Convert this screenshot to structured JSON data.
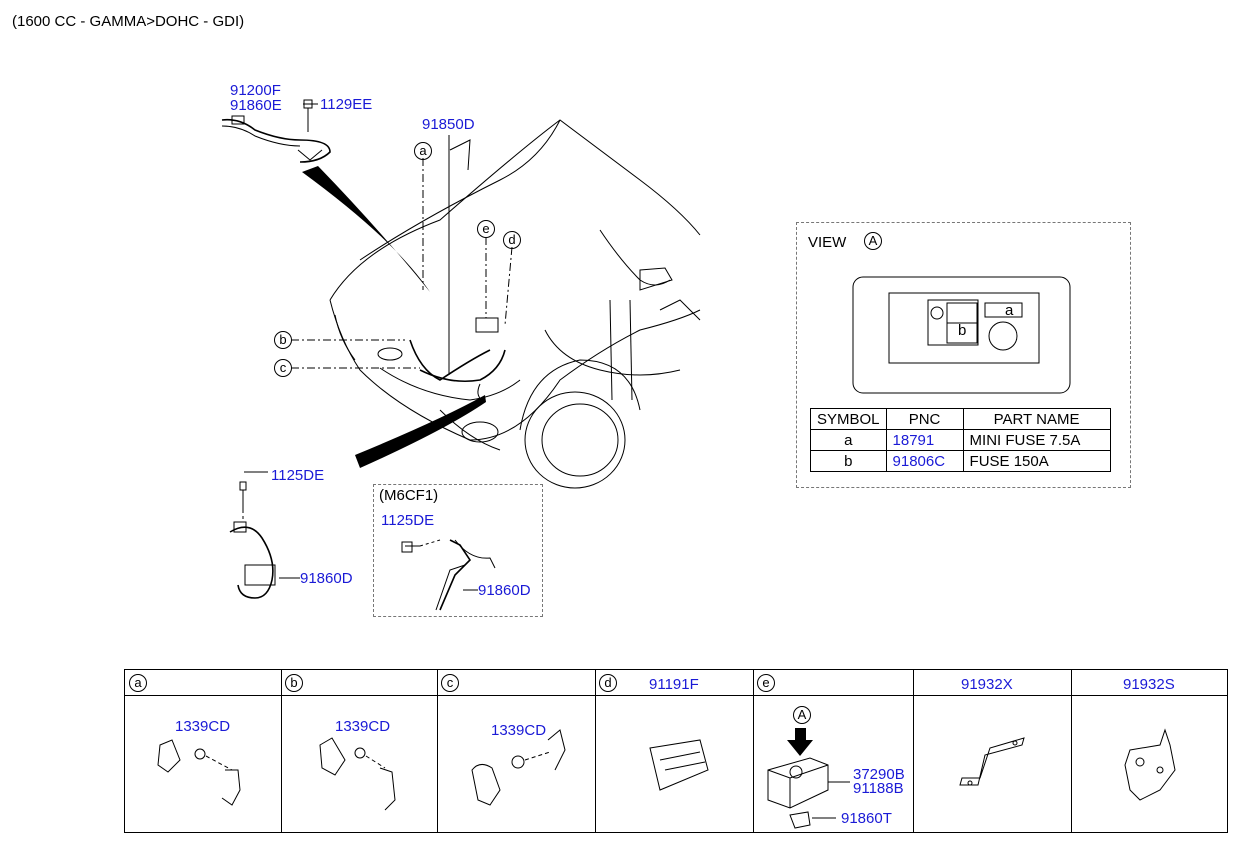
{
  "title": "(1600 CC - GAMMA>DOHC - GDI)",
  "main_labels": {
    "p91200F": "91200F",
    "p91860E": "91860E",
    "p1129EE": "1129EE",
    "p91850D": "91850D",
    "p1125DE": "1125DE",
    "p91860D": "91860D"
  },
  "callouts": [
    "a",
    "b",
    "c",
    "d",
    "e"
  ],
  "m6cf1": {
    "title": "(M6CF1)",
    "bolt": "1125DE",
    "part": "91860D"
  },
  "view_a": {
    "title": "VIEW",
    "marker": "A",
    "fuse_a": "a",
    "fuse_b": "b",
    "headers": [
      "SYMBOL",
      "PNC",
      "PART NAME"
    ],
    "rows": [
      {
        "symbol": "a",
        "pnc": "18791",
        "name": "MINI FUSE 7.5A"
      },
      {
        "symbol": "b",
        "pnc": "91806C",
        "name": "FUSE 150A"
      }
    ]
  },
  "bottom_table": {
    "cells": [
      {
        "key": "a",
        "header_symbol": "a",
        "header_pnc": "",
        "parts": [
          "1339CD"
        ]
      },
      {
        "key": "b",
        "header_symbol": "b",
        "header_pnc": "",
        "parts": [
          "1339CD"
        ]
      },
      {
        "key": "c",
        "header_symbol": "c",
        "header_pnc": "",
        "parts": [
          "1339CD"
        ]
      },
      {
        "key": "d",
        "header_symbol": "d",
        "header_pnc": "91191F",
        "parts": []
      },
      {
        "key": "e",
        "header_symbol": "e",
        "header_pnc": "",
        "marker": "A",
        "parts": [
          "37290B",
          "91188B",
          "91860T"
        ]
      },
      {
        "key": "f",
        "header_symbol": "",
        "header_pnc": "91932X",
        "parts": []
      },
      {
        "key": "g",
        "header_symbol": "",
        "header_pnc": "91932S",
        "parts": []
      }
    ]
  }
}
